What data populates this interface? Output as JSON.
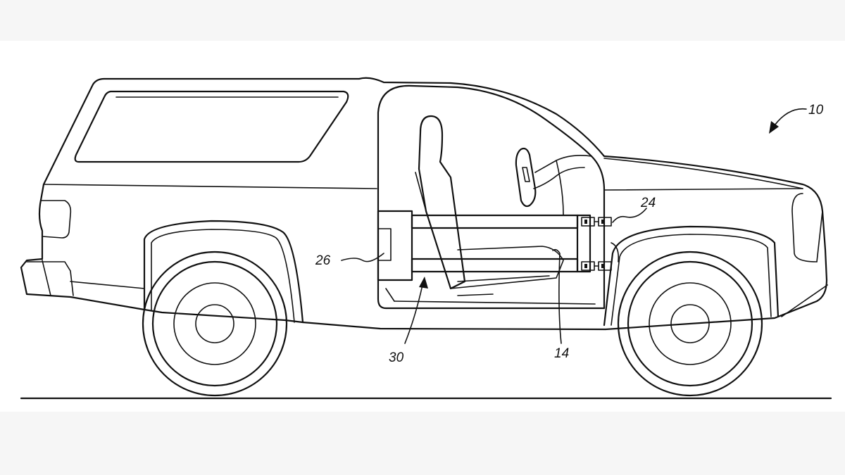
{
  "colors": {
    "background": "#f6f6f6",
    "paper": "#ffffff",
    "ink": "#111111"
  },
  "labels": {
    "vehicle": "10",
    "frame_assembly": "30",
    "seat": "14",
    "rail_connector": "24",
    "rear_mount": "26"
  }
}
